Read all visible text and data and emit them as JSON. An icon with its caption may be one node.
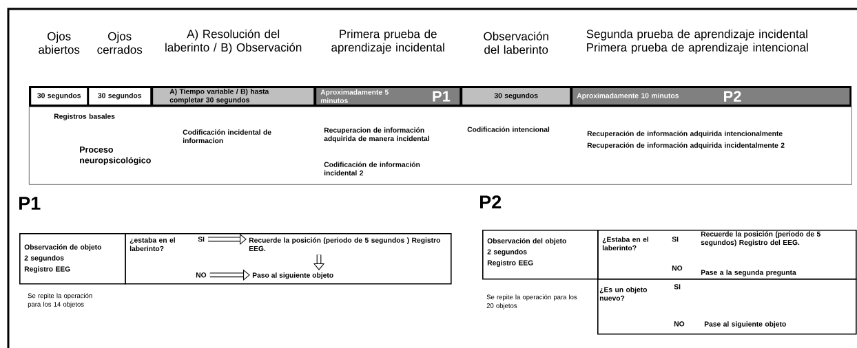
{
  "diagram": {
    "nodes": [
      {
        "text": [
          "Ojos abiertos",
          "30 segundos"
        ]
      },
      {
        "text": [
          "Ojos cerrados",
          "30 segundos"
        ]
      },
      {
        "text": [
          "A) Resolución del laberinto / B) Observación",
          "A) Tiempo variable / B) hasta completar 30 segundos"
        ]
      },
      {
        "text": [
          "Primera prueba de aprendizaje incidental",
          "Aproximadamente 5 minutos",
          "P1"
        ]
      },
      {
        "text": [
          "Observación del laberinto",
          "30 segundos"
        ]
      },
      {
        "text": [
          "Segunda prueba de aprendizaje incidental Primera prueba de aprendizaje intencional",
          "Aproximadamente 10 minutos",
          "P2"
        ]
      },
      {
        "text": [
          "Registros basales",
          "Proceso neuropsicológico",
          "Codificación incidental de informacion",
          "Recuperacion de información adquirida de manera incidental",
          "Codificación de información incidental 2",
          "Codificación intencional",
          "Recuperación de información adquirida intencionalmente",
          "Recuperación de información adquirida incidentalmente 2"
        ]
      },
      {
        "text": [
          "Observación de objeto",
          "2 segundos",
          "Registro EEG"
        ]
      },
      {
        "text": [
          "¿estaba en el laberinto?"
        ]
      },
      {
        "text": [
          "SI"
        ],
        "in": 8
      },
      {
        "text": [
          "Recuerde la posición (periodo de 5 segundos ) Registro EEG."
        ],
        "in": 8
      },
      {
        "text": [
          "NO"
        ],
        "in": 8
      },
      {
        "text": [
          "Paso al siguiente objeto"
        ],
        "in": 8
      },
      {
        "text": [
          "Observación del objeto",
          "2 segundos",
          "Registro EEG"
        ]
      },
      {
        "text": [
          "¿Estaba en el laberinto?",
          "SI",
          "Recuerde la posición (periodo de 5 segundos) Registro del EEG.",
          "NO",
          "Pase a la segunda pregunta"
        ]
      },
      {
        "text": [
          "¿Es un objeto nuevo?",
          "SI",
          "NO",
          "Pase al siguiente objeto"
        ]
      }
    ],
    "edges": [
      {
        "from": 9,
        "to": 10,
        "arrow": "to"
      },
      {
        "from": 10,
        "to": 12,
        "arrow": "to"
      },
      {
        "from": 11,
        "to": 12,
        "arrow": "to"
      }
    ],
    "labels": [
      "P1",
      "Se repite la operación para los 14 objetos",
      "P2",
      "Se repite la operación para los 20 objetos"
    ]
  }
}
